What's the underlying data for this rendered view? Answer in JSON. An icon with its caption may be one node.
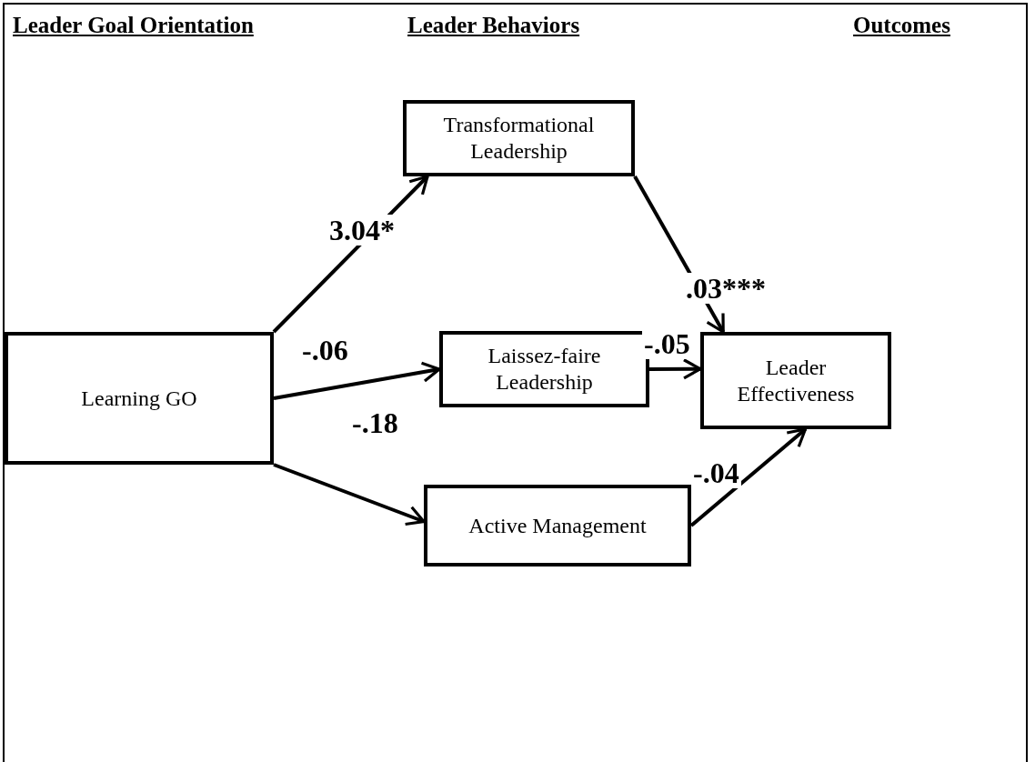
{
  "diagram": {
    "nodes": [
      {
        "text": [
          "Learning GO"
        ]
      },
      {
        "text": [
          "Transformational Leadership"
        ]
      },
      {
        "text": [
          "Laissez-faire Leadership"
        ]
      },
      {
        "text": [
          "Active Management"
        ]
      },
      {
        "text": [
          "Leader Effectiveness"
        ]
      }
    ],
    "edges": [
      {
        "from": 0,
        "to": 1,
        "arrow": "to",
        "label": "3.04*"
      },
      {
        "from": 0,
        "to": 2,
        "arrow": "to",
        "label": "-.06"
      },
      {
        "from": 0,
        "to": 3,
        "arrow": "to",
        "label": "-.18"
      },
      {
        "from": 1,
        "to": 4,
        "arrow": "to",
        "label": ".03***"
      },
      {
        "from": 2,
        "to": 4,
        "arrow": "to",
        "label": "-.05"
      },
      {
        "from": 3,
        "to": 4,
        "arrow": "to",
        "label": "-.04"
      }
    ],
    "labels": [
      "Leader Goal Orientation",
      "Leader Behaviors",
      "Outcomes"
    ]
  }
}
